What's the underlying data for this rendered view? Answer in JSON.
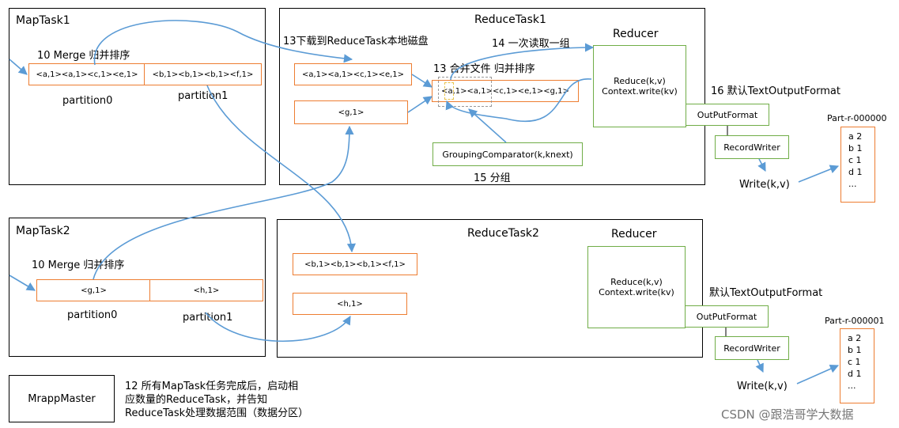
{
  "maptask1": {
    "title": "MapTask1",
    "merge_label": "10 Merge 归并排序",
    "partition0_text": "<a,1><a,1><c,1><e,1>",
    "partition1_text": "<b,1><b,1><b,1><f,1>",
    "partition0_label": "partition0",
    "partition1_label": "partition1"
  },
  "maptask2": {
    "title": "MapTask2",
    "merge_label": "10 Merge 归并排序",
    "partition0_text": "<g,1>",
    "partition1_text": "<h,1>",
    "partition0_label": "partition0",
    "partition1_label": "partition1"
  },
  "reducetask1": {
    "title": "ReduceTask1",
    "download_label": "13下载到ReduceTask本地磁盘",
    "read_label": "14 一次读取一组",
    "merge_label": "13 合并文件 归并排序",
    "box1_text": "<a,1><a,1><c,1><e,1>",
    "box2_text": "<g,1>",
    "merged_text": "<a,1><a,1><c,1><e,1><g,1>",
    "grouping_text": "GroupingComparator(k,knext)",
    "group_label": "15 分组",
    "reducer_title": "Reducer",
    "reducer_line1": "Reduce(k,v)",
    "reducer_line2": "Context.write(kv)"
  },
  "reducetask2": {
    "title": "ReduceTask2",
    "box1_text": "<b,1><b,1><b,1><f,1>",
    "box2_text": "<h,1>",
    "reducer_title": "Reducer",
    "reducer_line1": "Reduce(k,v)",
    "reducer_line2": "Context.write(kv)"
  },
  "output1": {
    "format_label": "16 默认TextOutputFormat",
    "outputformat": "OutPutFormat",
    "recordwriter": "RecordWriter",
    "write": "Write(k,v)",
    "file_name": "Part-r-000000",
    "lines": [
      "a 2",
      "b 1",
      "c 1",
      "d 1",
      "..."
    ]
  },
  "output2": {
    "format_label": "默认TextOutputFormat",
    "outputformat": "OutPutFormat",
    "recordwriter": "RecordWriter",
    "write": "Write(k,v)",
    "file_name": "Part-r-000001",
    "lines": [
      "a 2",
      "b 1",
      "c 1",
      "d 1",
      "..."
    ]
  },
  "master": {
    "label": "MrappMaster",
    "note_line1": "12 所有MapTask任务完成后，启动相",
    "note_line2": "应数量的ReduceTask，并告知",
    "note_line3": "ReduceTask处理数据范围（数据分区）"
  },
  "watermark": "CSDN @跟浩哥学大数据",
  "colors": {
    "orange": "#ED7D31",
    "green": "#70AD47",
    "arrow": "#5B9BD5"
  }
}
